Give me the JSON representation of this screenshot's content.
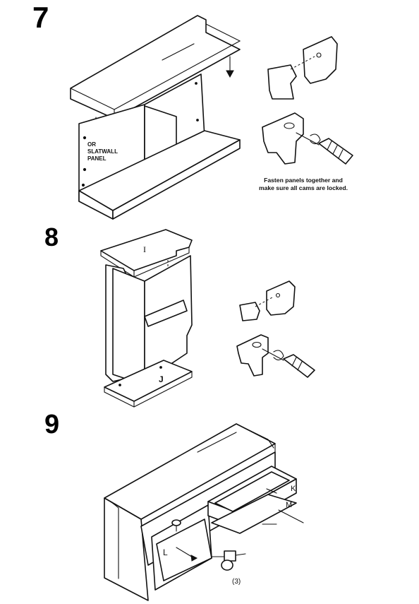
{
  "steps": [
    {
      "number": "7",
      "labels": {
        "slatwall_note": [
          "OR",
          "SLATWALL",
          "PANEL"
        ]
      },
      "caption": [
        "Fasten panels together and",
        "make sure all cams are locked."
      ]
    },
    {
      "number": "8",
      "labels": {
        "top_panel": "I",
        "base_panel": "J"
      }
    },
    {
      "number": "9",
      "labels": {
        "drawer_front": "K",
        "drawer_bottom": "M",
        "shelf_panel": "L",
        "caster_count": "(3)"
      }
    }
  ]
}
